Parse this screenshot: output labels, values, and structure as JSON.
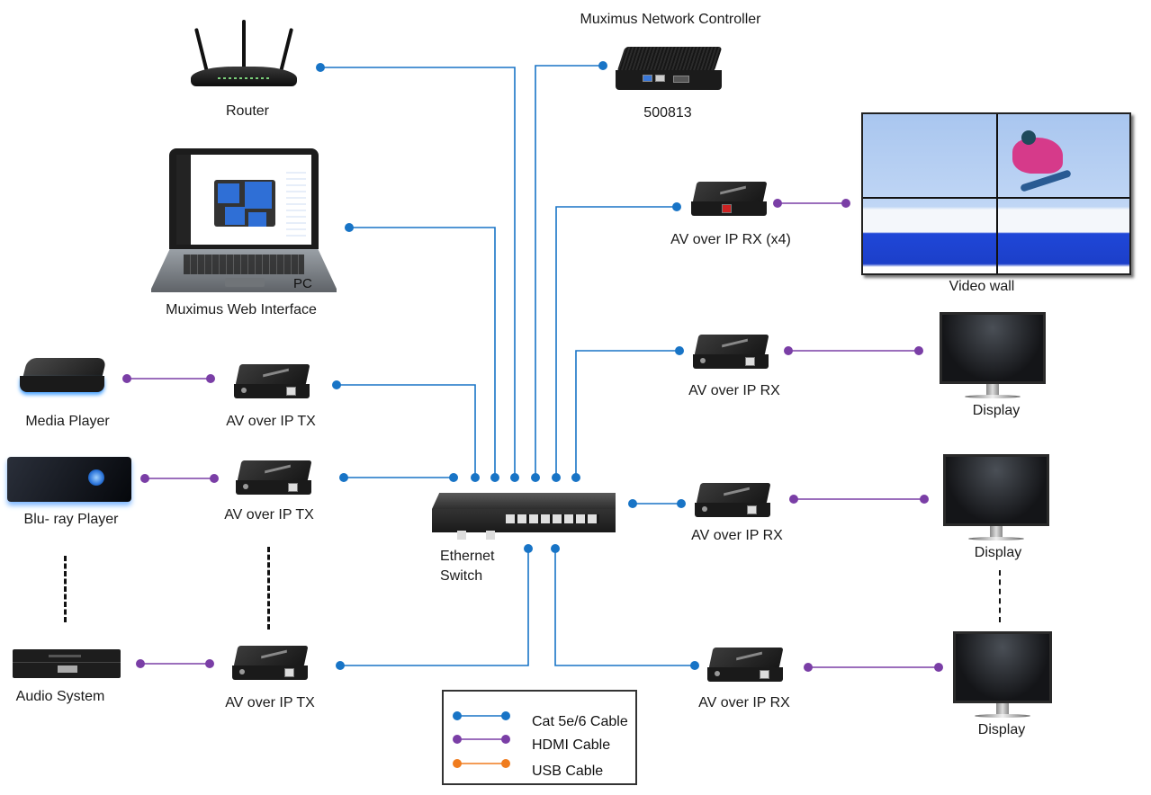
{
  "diagram": {
    "title": "AV over IP system topology",
    "colors": {
      "cat_cable": "#1874c6",
      "hdmi_cable": "#7a3ea6",
      "usb_cable": "#f07c1e",
      "label_text": "#1a1a1a"
    },
    "nodes": {
      "router": {
        "label": "Router",
        "icon": "router-icon"
      },
      "controller": {
        "title": "Muximus Network Controller",
        "model": "500813",
        "icon": "mini-pc-icon"
      },
      "pc": {
        "screen_label": "PC",
        "label": "Muximus Web Interface",
        "icon": "laptop-icon"
      },
      "switch": {
        "label_line1": "Ethernet",
        "label_line2": "Switch",
        "icon": "ethernet-switch-icon"
      },
      "media_player": {
        "label": "Media Player",
        "icon": "media-player-icon"
      },
      "bluray_player": {
        "label": "Blu- ray Player",
        "icon": "bluray-player-icon"
      },
      "audio_system": {
        "label": "Audio System",
        "icon": "audio-system-icon"
      },
      "tx1": {
        "label": "AV over IP TX",
        "icon": "av-encoder-icon"
      },
      "tx2": {
        "label": "AV over IP TX",
        "icon": "av-encoder-icon"
      },
      "tx3": {
        "label": "AV over IP TX",
        "icon": "av-encoder-icon"
      },
      "rx_wall": {
        "label": "AV over IP RX (x4)",
        "icon": "av-decoder-icon"
      },
      "rx1": {
        "label": "AV over IP RX",
        "icon": "av-decoder-icon"
      },
      "rx2": {
        "label": "AV over IP RX",
        "icon": "av-decoder-icon"
      },
      "rx3": {
        "label": "AV over IP RX",
        "icon": "av-decoder-icon"
      },
      "video_wall": {
        "label": "Video wall",
        "layout": "2x2",
        "icon": "video-wall-icon"
      },
      "display1": {
        "label": "Display",
        "icon": "monitor-icon"
      },
      "display2": {
        "label": "Display",
        "icon": "monitor-icon"
      },
      "display3": {
        "label": "Display",
        "icon": "monitor-icon"
      }
    },
    "connections": [
      {
        "from": "router",
        "to": "switch",
        "type": "cat"
      },
      {
        "from": "controller",
        "to": "switch",
        "type": "cat"
      },
      {
        "from": "pc",
        "to": "switch",
        "type": "cat"
      },
      {
        "from": "tx1",
        "to": "switch",
        "type": "cat"
      },
      {
        "from": "tx2",
        "to": "switch",
        "type": "cat"
      },
      {
        "from": "tx3",
        "to": "switch",
        "type": "cat"
      },
      {
        "from": "switch",
        "to": "rx_wall",
        "type": "cat"
      },
      {
        "from": "switch",
        "to": "rx1",
        "type": "cat"
      },
      {
        "from": "switch",
        "to": "rx2",
        "type": "cat"
      },
      {
        "from": "switch",
        "to": "rx3",
        "type": "cat"
      },
      {
        "from": "media_player",
        "to": "tx1",
        "type": "hdmi"
      },
      {
        "from": "bluray_player",
        "to": "tx2",
        "type": "hdmi"
      },
      {
        "from": "audio_system",
        "to": "tx3",
        "type": "hdmi"
      },
      {
        "from": "rx_wall",
        "to": "video_wall",
        "type": "hdmi"
      },
      {
        "from": "rx1",
        "to": "display1",
        "type": "hdmi"
      },
      {
        "from": "rx2",
        "to": "display2",
        "type": "hdmi"
      },
      {
        "from": "rx3",
        "to": "display3",
        "type": "hdmi"
      }
    ],
    "legend": {
      "items": [
        {
          "label": "Cat 5e/6 Cable",
          "color": "#1874c6"
        },
        {
          "label": "HDMI Cable",
          "color": "#7a3ea6"
        },
        {
          "label": "USB Cable",
          "color": "#f07c1e"
        }
      ]
    }
  }
}
